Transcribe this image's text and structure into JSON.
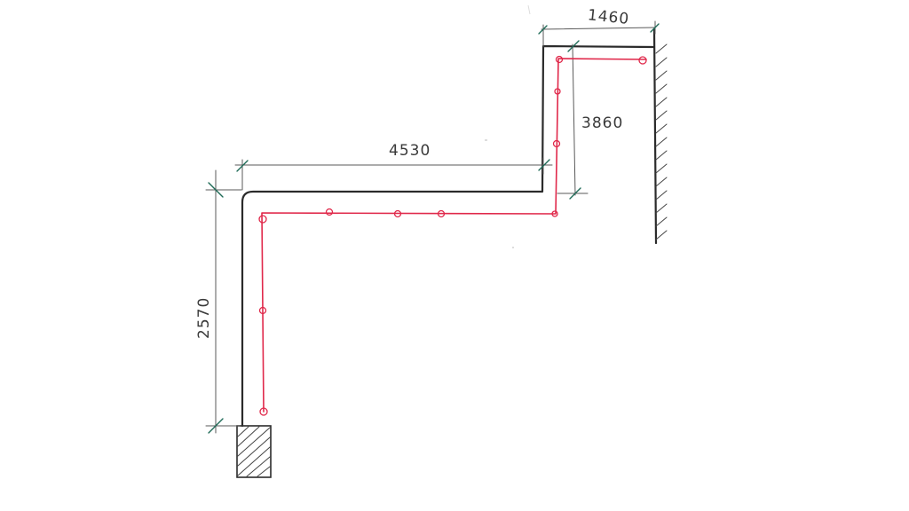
{
  "dimensions": {
    "top_width": "1460",
    "riser_height": "3860",
    "middle_run": "4530",
    "left_height": "2570"
  },
  "colors": {
    "wall_ink": "#2b2b2b",
    "dimension_pencil": "#5a5a5a",
    "dimension_ticks": "#1f6b57",
    "pipe_route": "#e0284a"
  },
  "pipe_route": {
    "fixing_points": 11,
    "color_name": "red"
  }
}
